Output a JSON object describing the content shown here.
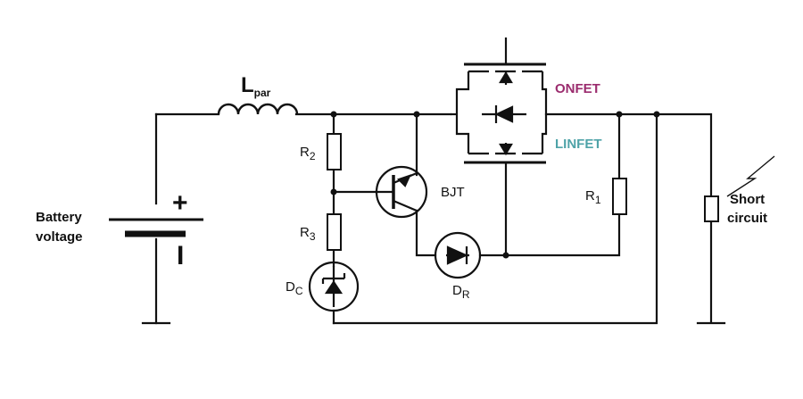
{
  "labels": {
    "inductor_main": "L",
    "inductor_sub": "par",
    "r2_main": "R",
    "r2_sub": "2",
    "r3_main": "R",
    "r3_sub": "3",
    "r1_main": "R",
    "r1_sub": "1",
    "dc_main": "D",
    "dc_sub": "C",
    "dr_main": "D",
    "dr_sub": "R",
    "bjt": "BJT",
    "onfet": "ONFET",
    "linfet": "LINFET",
    "battery_line1": "Battery",
    "battery_line2": "voltage",
    "short_line1": "Short",
    "short_line2": "circuit",
    "plus": "+",
    "minus": "I"
  },
  "colors": {
    "wire": "#111111",
    "onfet": "#9b2c6e",
    "linfet": "#4fa3a8"
  },
  "icons": {
    "battery": "battery-symbol",
    "inductor": "inductor-coil",
    "transistor": "pnp-bjt-symbol",
    "zener": "zener-diode-symbol",
    "diode": "diode-symbol",
    "mosfet": "dual-mosfet-symbol",
    "fault": "lightning-bolt"
  }
}
